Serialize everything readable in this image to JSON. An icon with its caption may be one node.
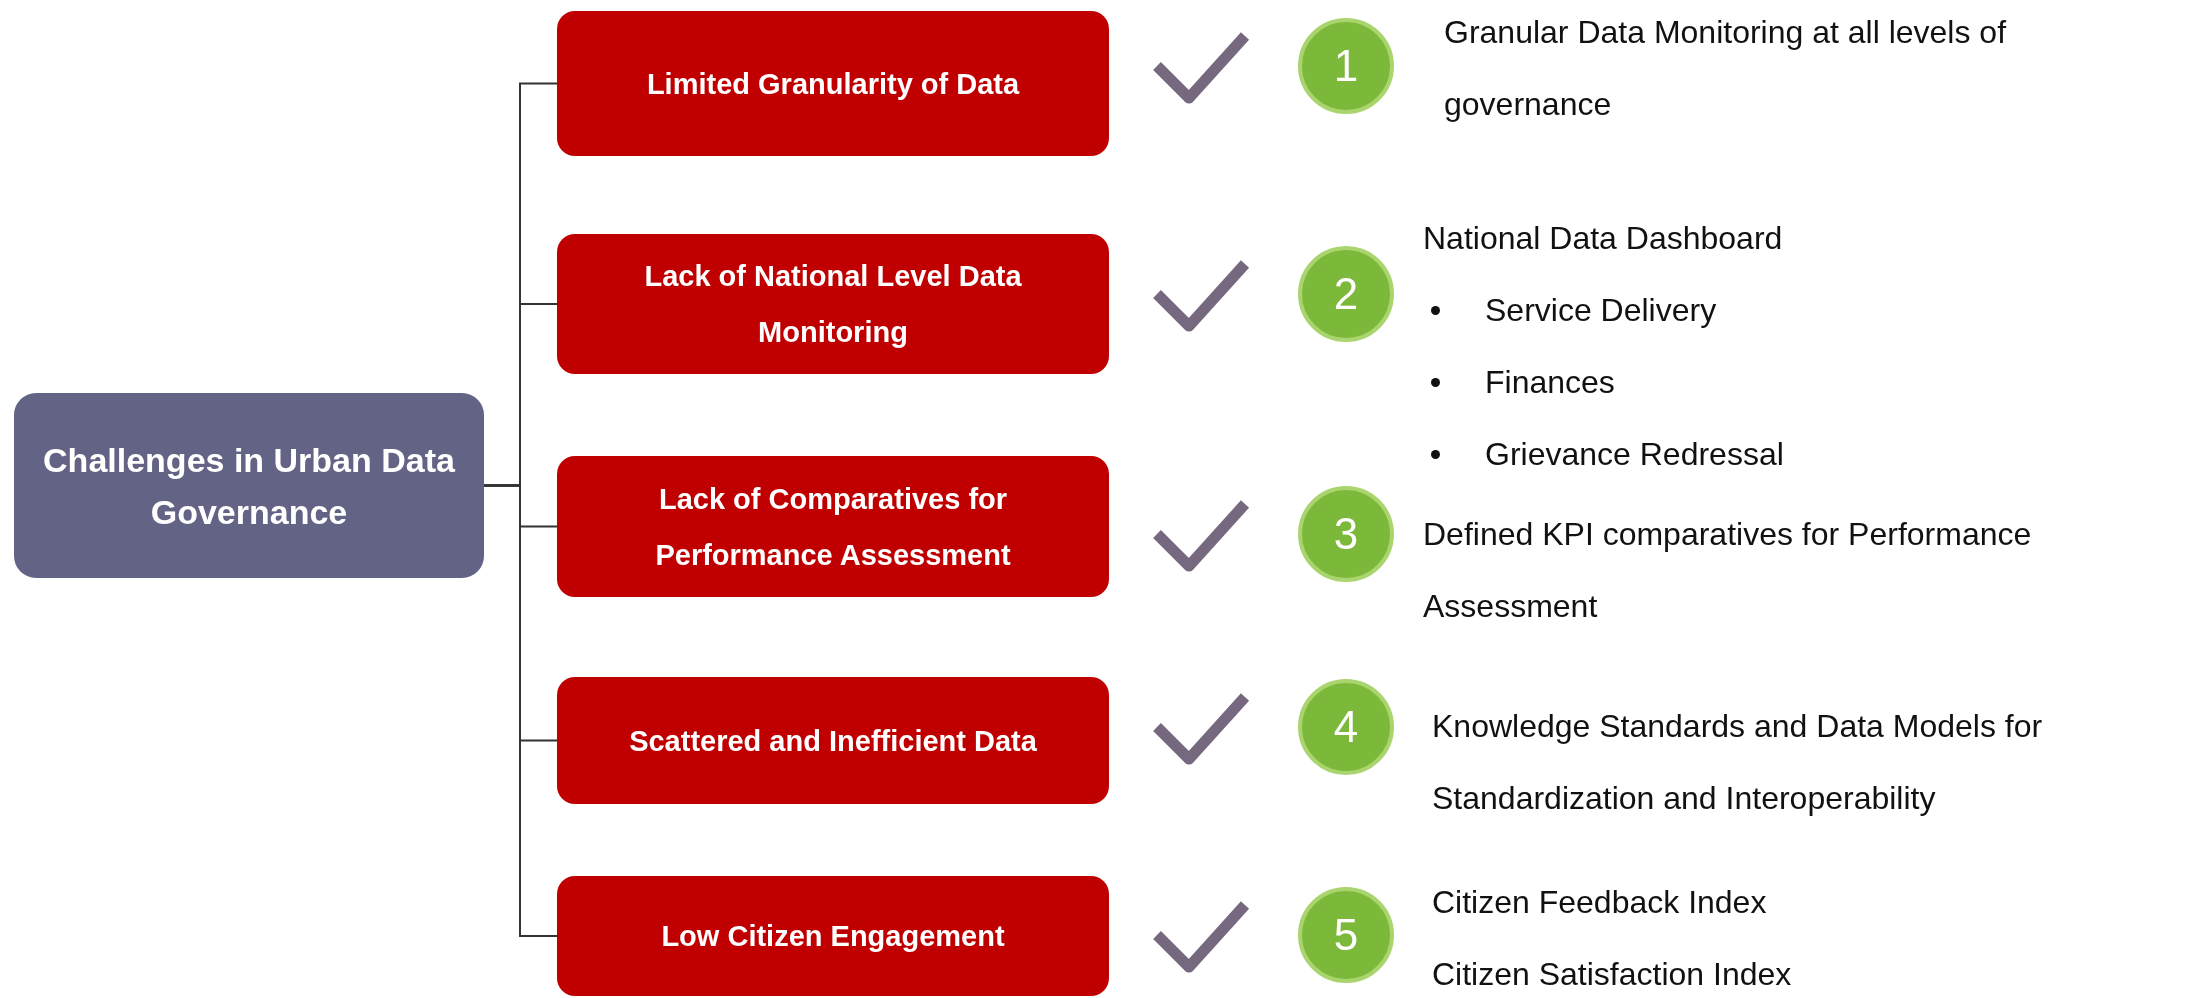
{
  "diagram": {
    "nodes": [
      {
        "text": [
          "Challenges in Urban Data Governance"
        ]
      },
      {
        "text": [
          "Limited Granularity of Data"
        ]
      },
      {
        "text": [
          "Lack of National Level Data Monitoring"
        ]
      },
      {
        "text": [
          "Lack of Comparatives for Performance Assessment"
        ]
      },
      {
        "text": [
          "Scattered and Inefficient Data"
        ]
      },
      {
        "text": [
          "Low Citizen Engagement"
        ]
      },
      {
        "text": [
          "1"
        ],
        "beside": [
          "Granular Data Monitoring at all levels of governance"
        ]
      },
      {
        "text": [
          "2"
        ],
        "beside": [
          "National Data Dashboard",
          "Service Delivery",
          "Finances",
          "Grievance Redressal"
        ]
      },
      {
        "text": [
          "3"
        ],
        "beside": [
          "Defined KPI comparatives for Performance Assessment"
        ]
      },
      {
        "text": [
          "4"
        ],
        "beside": [
          "Knowledge Standards and Data Models for Standardization and Interoperability"
        ]
      },
      {
        "text": [
          "5"
        ],
        "beside": [
          "Citizen Feedback Index",
          "Citizen Satisfaction Index"
        ]
      }
    ],
    "edges": [
      {
        "from": 0,
        "to": 1,
        "arrow": "none"
      },
      {
        "from": 0,
        "to": 2,
        "arrow": "none"
      },
      {
        "from": 0,
        "to": 3,
        "arrow": "none"
      },
      {
        "from": 0,
        "to": 4,
        "arrow": "none"
      },
      {
        "from": 0,
        "to": 5,
        "arrow": "none"
      }
    ]
  }
}
